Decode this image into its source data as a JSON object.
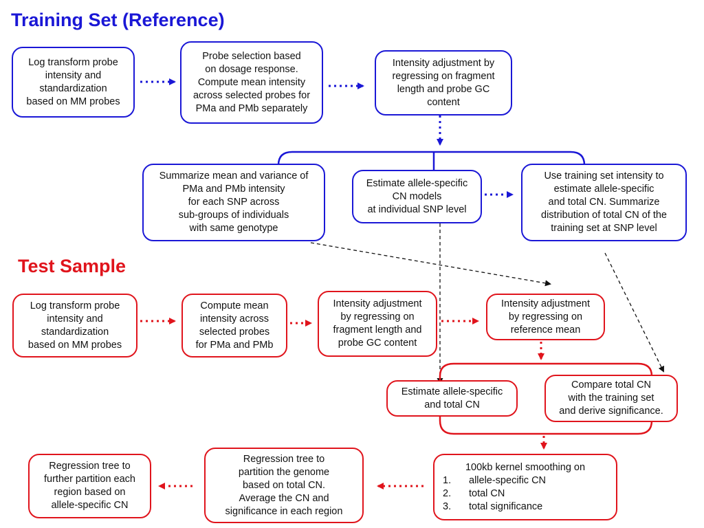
{
  "headings": {
    "training": "Training Set (Reference)",
    "test": "Test Sample"
  },
  "training_set": {
    "log_transform": [
      "Log transform probe",
      "intensity and",
      "standardization",
      "based on MM probes"
    ],
    "probe_selection": [
      "Probe selection based",
      "on dosage response.",
      "Compute mean intensity",
      "across selected probes for",
      "PMa and PMb separately"
    ],
    "intensity_adjustment": [
      "Intensity adjustment by",
      "regressing on fragment",
      "length and probe GC",
      "content"
    ],
    "summarize": [
      "Summarize mean and variance of",
      "PMa and PMb intensity",
      "for each SNP across",
      "sub-groups of individuals",
      "with same genotype"
    ],
    "estimate_models": [
      "Estimate allele-specific",
      "CN models",
      "at individual SNP level"
    ],
    "use_training": [
      "Use training set intensity to",
      "estimate allele-specific",
      "and total CN. Summarize",
      "distribution of total CN of the",
      "training set at SNP level"
    ]
  },
  "test_sample": {
    "log_transform": [
      "Log transform probe",
      "intensity and",
      "standardization",
      "based on MM probes"
    ],
    "compute_mean": [
      "Compute mean",
      "intensity across",
      "selected probes",
      "for  PMa and PMb"
    ],
    "intensity_adjustment": [
      "Intensity adjustment",
      "by regressing on",
      "fragment length and",
      "probe GC content"
    ],
    "reference_adjustment": [
      "Intensity adjustment",
      "by regressing on",
      "reference mean"
    ],
    "estimate_total": [
      "Estimate allele-specific",
      "and total CN"
    ],
    "compare_total": [
      "Compare total CN",
      "with the training set",
      "and derive significance."
    ],
    "smoothing": {
      "title": "100kb kernel smoothing on",
      "items": [
        {
          "num": "1.",
          "text": "allele-specific CN"
        },
        {
          "num": "2.",
          "text": "total CN"
        },
        {
          "num": "3.",
          "text": "total significance"
        }
      ]
    },
    "regression_genome": [
      "Regression tree to",
      "partition the genome",
      "based on total CN.",
      "Average the CN and",
      "significance in each region"
    ],
    "regression_allele": [
      "Regression tree to",
      "further partition each",
      "region based on",
      "allele-specific CN"
    ]
  },
  "colors": {
    "training": "#1a17d6",
    "test": "#e0141c",
    "connector": "#111111"
  }
}
